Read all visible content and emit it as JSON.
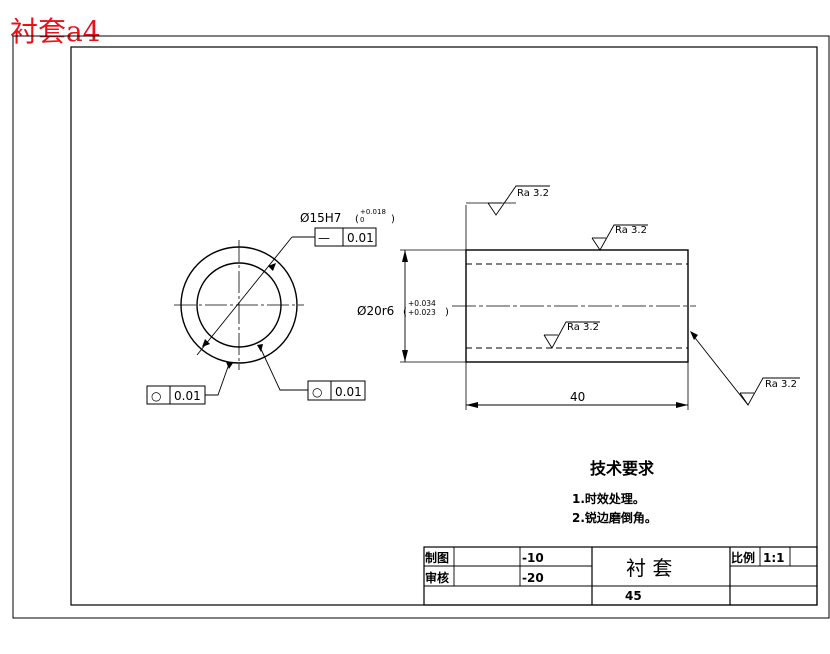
{
  "watermark_title": "衬套a4",
  "colors": {
    "watermark": "#e8111a",
    "line": "#000000",
    "background": "#ffffff"
  },
  "left_view": {
    "bore_dimension": "Ø15H7",
    "bore_tol_upper": "+0.018",
    "bore_tol_lower": "0",
    "flatness_symbol": "—",
    "flatness_value": "0.01",
    "roundness_left_symbol": "○",
    "roundness_left_value": "0.01",
    "roundness_right_symbol": "○",
    "roundness_right_value": "0.01"
  },
  "front_view": {
    "diameter_dimension": "Ø20r6",
    "diameter_tol_upper": "+0.034",
    "diameter_tol_lower": "+0.023",
    "length_dimension": "40",
    "roughness_labels": [
      "Ra 3.2",
      "Ra 3.2",
      "Ra 3.2",
      "Ra 3.2"
    ]
  },
  "technical_requirements": {
    "heading": "技术要求",
    "items": [
      "1.时效处理。",
      "2.锐边磨倒角。"
    ]
  },
  "title_block": {
    "drawn_label": "制图",
    "drawn_code": "-10",
    "checked_label": "审核",
    "checked_code": "-20",
    "part_name": "衬 套",
    "scale_label": "比例",
    "scale_value": "1:1",
    "material": "45"
  }
}
